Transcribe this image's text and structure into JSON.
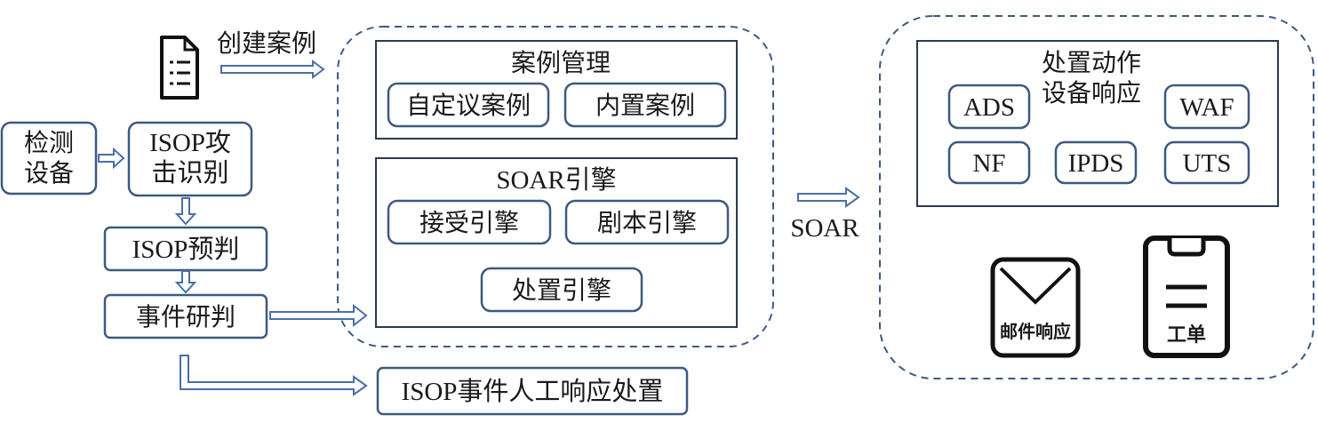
{
  "nodes": {
    "create_case": "创建案例",
    "detect": [
      "检测",
      "设备"
    ],
    "isop_attack": [
      "ISOP攻",
      "击识别"
    ],
    "isop_prejudge": "ISOP预判",
    "event_judge": "事件研判",
    "isop_manual": "ISOP事件人工响应处置"
  },
  "case_mgmt": {
    "title": "案例管理",
    "items": [
      "自定议案例",
      "内置案例"
    ]
  },
  "soar_engine": {
    "title": "SOAR引擎",
    "items": [
      "接受引擎",
      "剧本引擎",
      "处置引擎"
    ]
  },
  "soar_label": "SOAR",
  "response": {
    "title": [
      "处置动作",
      "设备响应"
    ],
    "devices": [
      "ADS",
      "WAF",
      "NF",
      "IPDS",
      "UTS"
    ]
  },
  "icons": {
    "mail_label": "邮件响应",
    "ticket_label": "工单"
  }
}
